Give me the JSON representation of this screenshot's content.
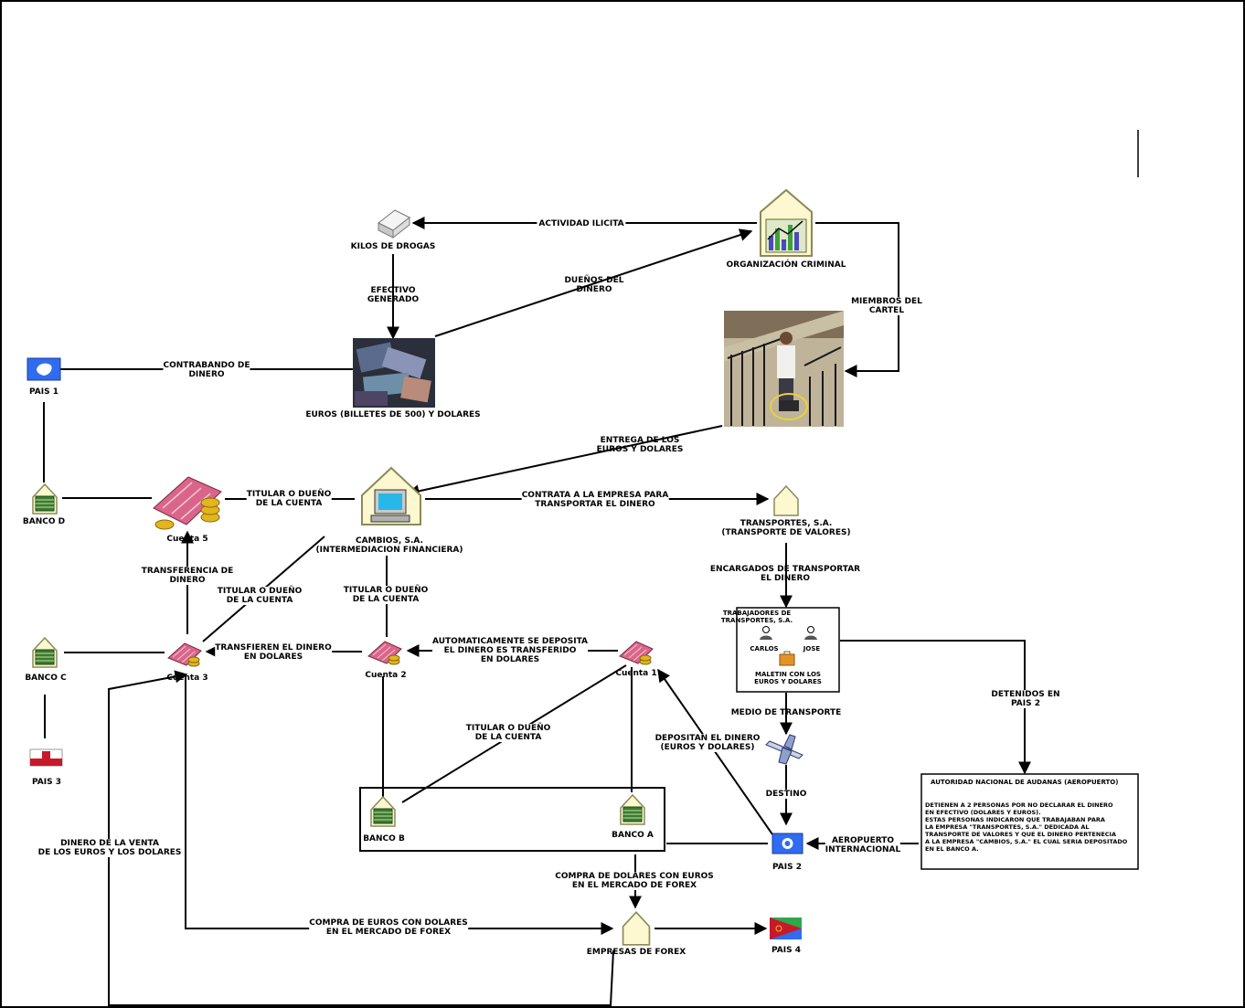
{
  "colors": {
    "line": "#000000",
    "house_fill": "#fdf8cf",
    "house_stroke": "#8a8a5a",
    "flag_blue": "#2f6cf0",
    "flag_red": "#c8192b",
    "money_green": "#3d7a2f",
    "coin_gold": "#e2b521",
    "account_pink": "#d9668a"
  },
  "nodes": {
    "drogas": "KILOS DE DROGAS",
    "organizacion": "ORGANIZACIÓN CRIMINAL",
    "euros": "EUROS (BILLETES DE 500) Y DOLARES",
    "pais1": "PAIS 1",
    "banco_d": "BANCO D",
    "cuenta5": "Cuenta 5",
    "cambios": "CAMBIOS, S.A.\n(INTERMEDIACION FINANCIERA)",
    "transportes": "TRANSPORTES, S.A.\n(TRANSPORTE DE VALORES)",
    "banco_c": "BANCO C",
    "cuenta3": "Cuenta 3",
    "cuenta2": "Cuenta 2",
    "cuenta1": "Cuenta 1",
    "pais3": "PAIS 3",
    "banco_b": "BANCO B",
    "banco_a": "BANCO A",
    "pais2": "PAIS 2",
    "empresas_forex": "EMPRESAS DE FOREX",
    "pais4": "PAIS 4"
  },
  "edges": {
    "actividad": "ACTIVIDAD ILICITA",
    "efectivo": "EFECTIVO\nGENERADO",
    "duenos": "DUEÑOS DEL\nDINERO",
    "miembros": "MIEMBROS DEL\nCARTEL",
    "contrabando": "CONTRABANDO DE\nDINERO",
    "entrega": "ENTREGA DE LOS\nEUROS Y DOLARES",
    "titular_c5": "TITULAR O DUEÑO\nDE LA CUENTA",
    "contrata": "CONTRATA A LA EMPRESA PARA\nTRANSPORTAR EL DINERO",
    "transferencia": "TRANSFERENCIA DE\nDINERO",
    "titular_c3": "TITULAR O DUEÑO\nDE LA CUENTA",
    "titular_c2": "TITULAR O DUEÑO\nDE LA CUENTA",
    "encargados": "ENCARGADOS DE TRANSPORTAR\nEL DINERO",
    "transfieren": "TRANSFIEREN EL DINERO\nEN DOLARES",
    "automaticamente": "AUTOMATICAMENTE SE DEPOSITA\nEL DINERO ES TRANSFERIDO\nEN DOLARES",
    "medio": "MEDIO DE TRANSPORTE",
    "detenidos": "DETENIDOS EN\nPAIS 2",
    "titular_c1": "TITULAR O DUEÑO\nDE LA CUENTA",
    "depositan": "DEPOSITAN EL DINERO\n(EUROS Y DOLARES)",
    "destino": "DESTINO",
    "dinero_venta": "DINERO DE LA VENTA\nDE LOS EUROS Y LOS DOLARES",
    "aeropuerto": "AEROPUERTO\nINTERNACIONAL",
    "compra_dolares": "COMPRA DE DOLARES CON EUROS\nEN EL MERCADO DE FOREX",
    "compra_euros": "COMPRA DE EUROS CON DOLARES\nEN EL MERCADO DE FOREX"
  },
  "workers": {
    "title": "TRABAJADORES DE\nTRANSPORTES, S.A.",
    "carlos": "CARLOS",
    "jose": "JOSE",
    "maletin": "MALETIN CON LOS\nEUROS Y DOLARES"
  },
  "authority": {
    "title": "AUTORIDAD NACIONAL DE AUDANAS (AEROPUERTO)",
    "body": "DETIENEN A 2 PERSONAS POR NO DECLARAR EL DINERO\nEN EFECTIVO (DOLARES Y EUROS).\nESTAS PERSONAS INDICARON QUE TRABAJABAN PARA\nLA EMPRESA \"TRANSPORTES, S.A.\" DEDICADA AL\nTRANSPORTE DE VALORES Y QUE EL DINERO PERTENECIA\nA LA EMPRESA \"CAMBIOS, S.A.\" EL CUAL SERIA DEPOSITADO\nEN EL BANCO A."
  }
}
